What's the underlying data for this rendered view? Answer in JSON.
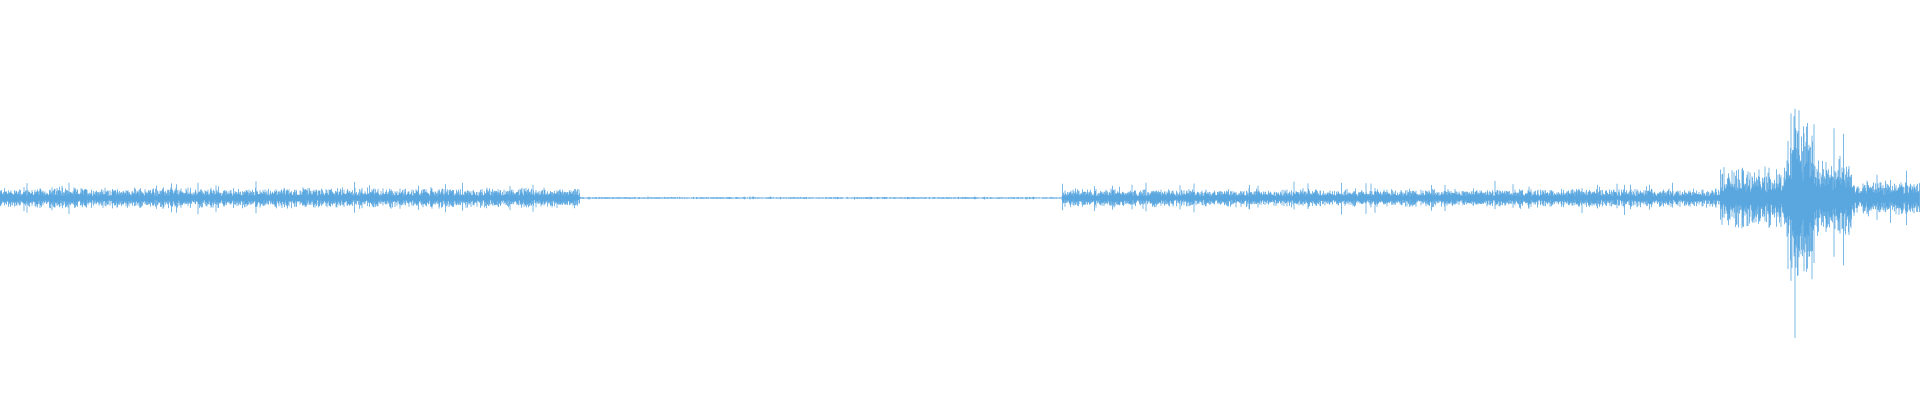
{
  "waveform": {
    "color": "#5aa7e0",
    "background": "#ffffff",
    "segments": [
      {
        "start": 0.0,
        "end": 0.302,
        "amplitude": 0.1
      },
      {
        "start": 0.302,
        "end": 0.553,
        "amplitude": 0.01
      },
      {
        "start": 0.553,
        "end": 0.874,
        "amplitude": 0.09
      },
      {
        "start": 0.874,
        "end": 0.896,
        "amplitude": 0.09
      },
      {
        "start": 0.896,
        "end": 0.93,
        "amplitude": 0.3
      },
      {
        "start": 0.93,
        "end": 0.945,
        "amplitude": 0.85
      },
      {
        "start": 0.945,
        "end": 0.965,
        "amplitude": 0.4
      },
      {
        "start": 0.965,
        "end": 1.0,
        "amplitude": 0.18
      }
    ]
  }
}
